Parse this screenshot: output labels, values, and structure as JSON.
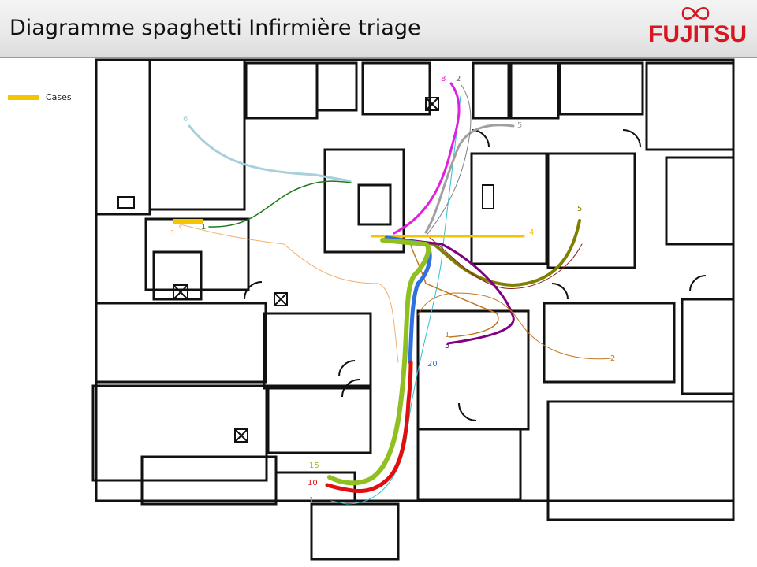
{
  "header": {
    "title": "Diagramme spaghetti Infirmière triage",
    "logo": "FUJITSU"
  },
  "legend": {
    "label": "Cases",
    "color": "#f5c400"
  },
  "colors": {
    "wall": "#111111",
    "header_bg": "#e9e9e9",
    "logo_red": "#d8161f"
  },
  "paths": [
    {
      "label": "8",
      "color": "#e020e0"
    },
    {
      "label": "2",
      "color": "#808080"
    },
    {
      "label": "5",
      "color": "#a0a0a0"
    },
    {
      "label": "6",
      "color": "#a8d0dc"
    },
    {
      "label": "1",
      "color": "#1e7a1e"
    },
    {
      "label": "1",
      "color": "#f0b070"
    },
    {
      "label": "5",
      "color": "#808000"
    },
    {
      "label": "4",
      "color": "#f5c400"
    },
    {
      "label": "1",
      "color": "#c07820"
    },
    {
      "label": "5",
      "color": "#800080"
    },
    {
      "label": "2",
      "color": "#c07820"
    },
    {
      "label": "20",
      "color": "#3070e0"
    },
    {
      "label": "15",
      "color": "#90c020"
    },
    {
      "label": "10",
      "color": "#e01010"
    },
    {
      "label": "1",
      "color": "#30c0d0"
    }
  ]
}
